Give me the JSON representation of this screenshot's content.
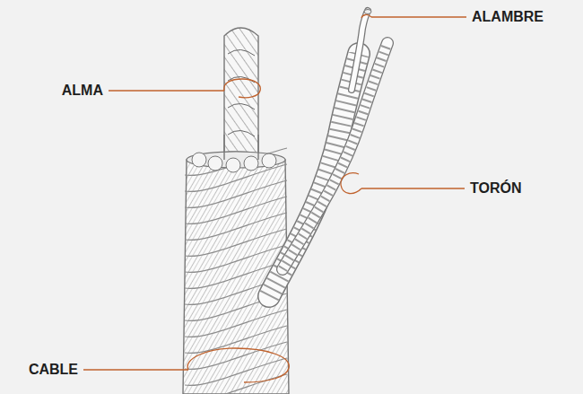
{
  "diagram": {
    "labels": [
      "ALMA",
      "ALAMBRE",
      "TORÓN",
      "CABLE"
    ]
  }
}
